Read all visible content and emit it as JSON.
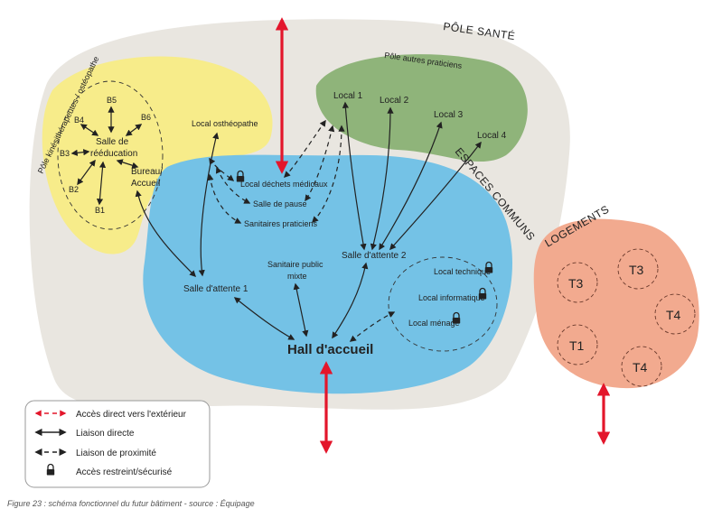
{
  "colors": {
    "pole_sante": "#e9e6e0",
    "kine": "#f7ec8a",
    "autres": "#8fb47a",
    "communs": "#74c2e6",
    "logements": "#f2aa8f",
    "accent_red": "#e3162b",
    "ink": "#222222"
  },
  "zones": {
    "pole_sante": "PÔLE SANTÉ",
    "kine": "Pôle kinésithérapeutes / ostéopathe",
    "autres": "Pôle autres praticiens",
    "communs": "ESPACES COMMUNS",
    "logements": "LOGEMENTS"
  },
  "kine_rooms": {
    "b1": "B1",
    "b2": "B2",
    "b3": "B3",
    "b4": "B4",
    "b5": "B5",
    "b6": "B6",
    "reeducation_1": "Salle de",
    "reeducation_2": "rééducation",
    "bureau_1": "Bureau/",
    "bureau_2": "Accueil"
  },
  "autres_rooms": {
    "local1": "Local 1",
    "local2": "Local 2",
    "local3": "Local 3",
    "local4": "Local 4"
  },
  "communs_rooms": {
    "osteo": "Local osthéopathe",
    "dechets": "Local déchets médicaux",
    "pause": "Salle de pause",
    "sanitaires": "Sanitaires praticiens",
    "sanitaire_public_1": "Sanitaire public",
    "sanitaire_public_2": "mixte",
    "attente1": "Salle d'attente 1",
    "attente2": "Salle d'attente 2",
    "hall": "Hall d'accueil",
    "technique": "Local technique",
    "informatique": "Local informatique",
    "menage": "Local ménage"
  },
  "logements": {
    "t3a": "T3",
    "t3b": "T3",
    "t4a": "T4",
    "t1": "T1",
    "t4b": "T4"
  },
  "legend": {
    "acces_exterieur": "Accès direct vers l'extérieur",
    "liaison_directe": "Liaison directe",
    "liaison_proximite": "Liaison de proximité",
    "acces_restreint": "Accès restreint/sécurisé"
  },
  "caption": "Figure 23 : schéma fonctionnel du futur bâtiment - source : Équipage",
  "icons": [
    "lock-icon",
    "red-double-arrow-icon",
    "solid-double-arrow-icon",
    "dashed-double-arrow-icon"
  ]
}
